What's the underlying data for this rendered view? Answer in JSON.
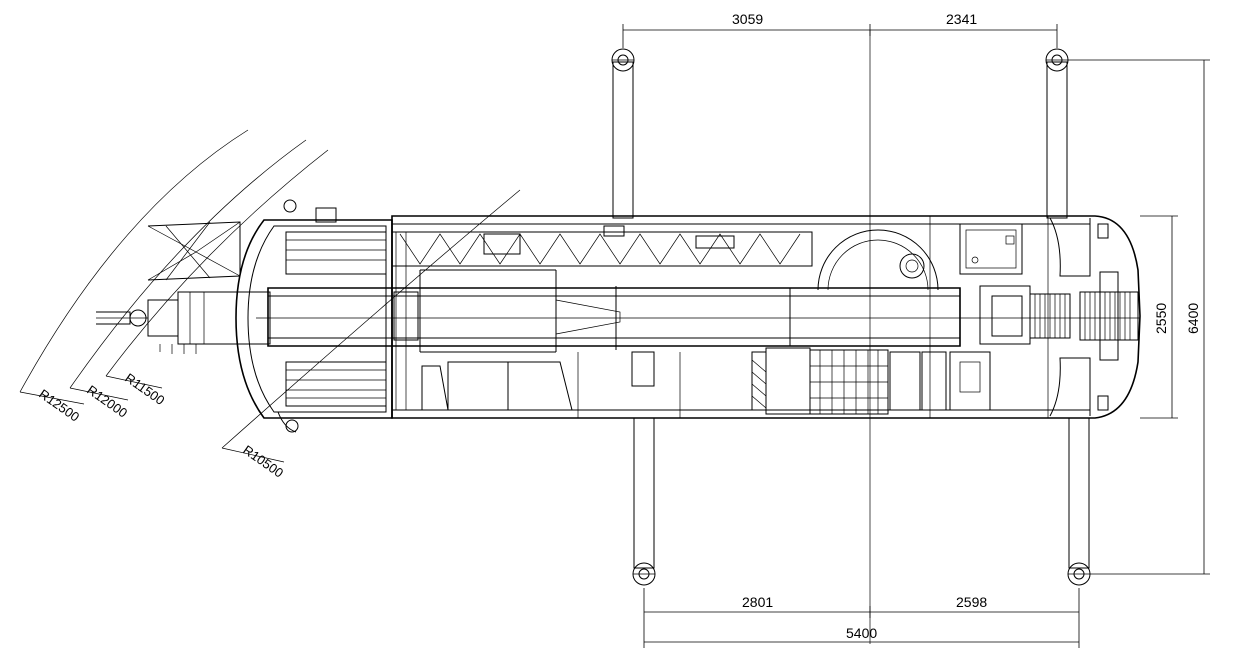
{
  "dimensions": {
    "top_left": "3059",
    "top_right": "2341",
    "bottom_left": "2801",
    "bottom_right": "2598",
    "bottom_total": "5400",
    "right_inner": "2550",
    "right_outer": "6400"
  },
  "radii": {
    "r1": "R12500",
    "r2": "R12000",
    "r3": "R11500",
    "r4": "R10500"
  }
}
